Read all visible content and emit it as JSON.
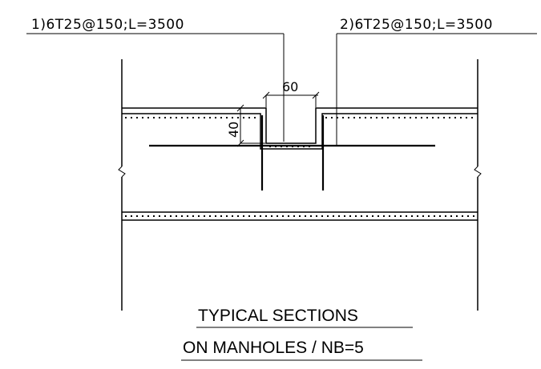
{
  "labels": {
    "bar_left": "1)6T25@150;L=3500",
    "bar_right": "2)6T25@150;L=3500",
    "dim_width": "60",
    "dim_depth": "40"
  },
  "title": {
    "line1": "TYPICAL SECTIONS",
    "line2": "ON MANHOLES / NB=5"
  }
}
